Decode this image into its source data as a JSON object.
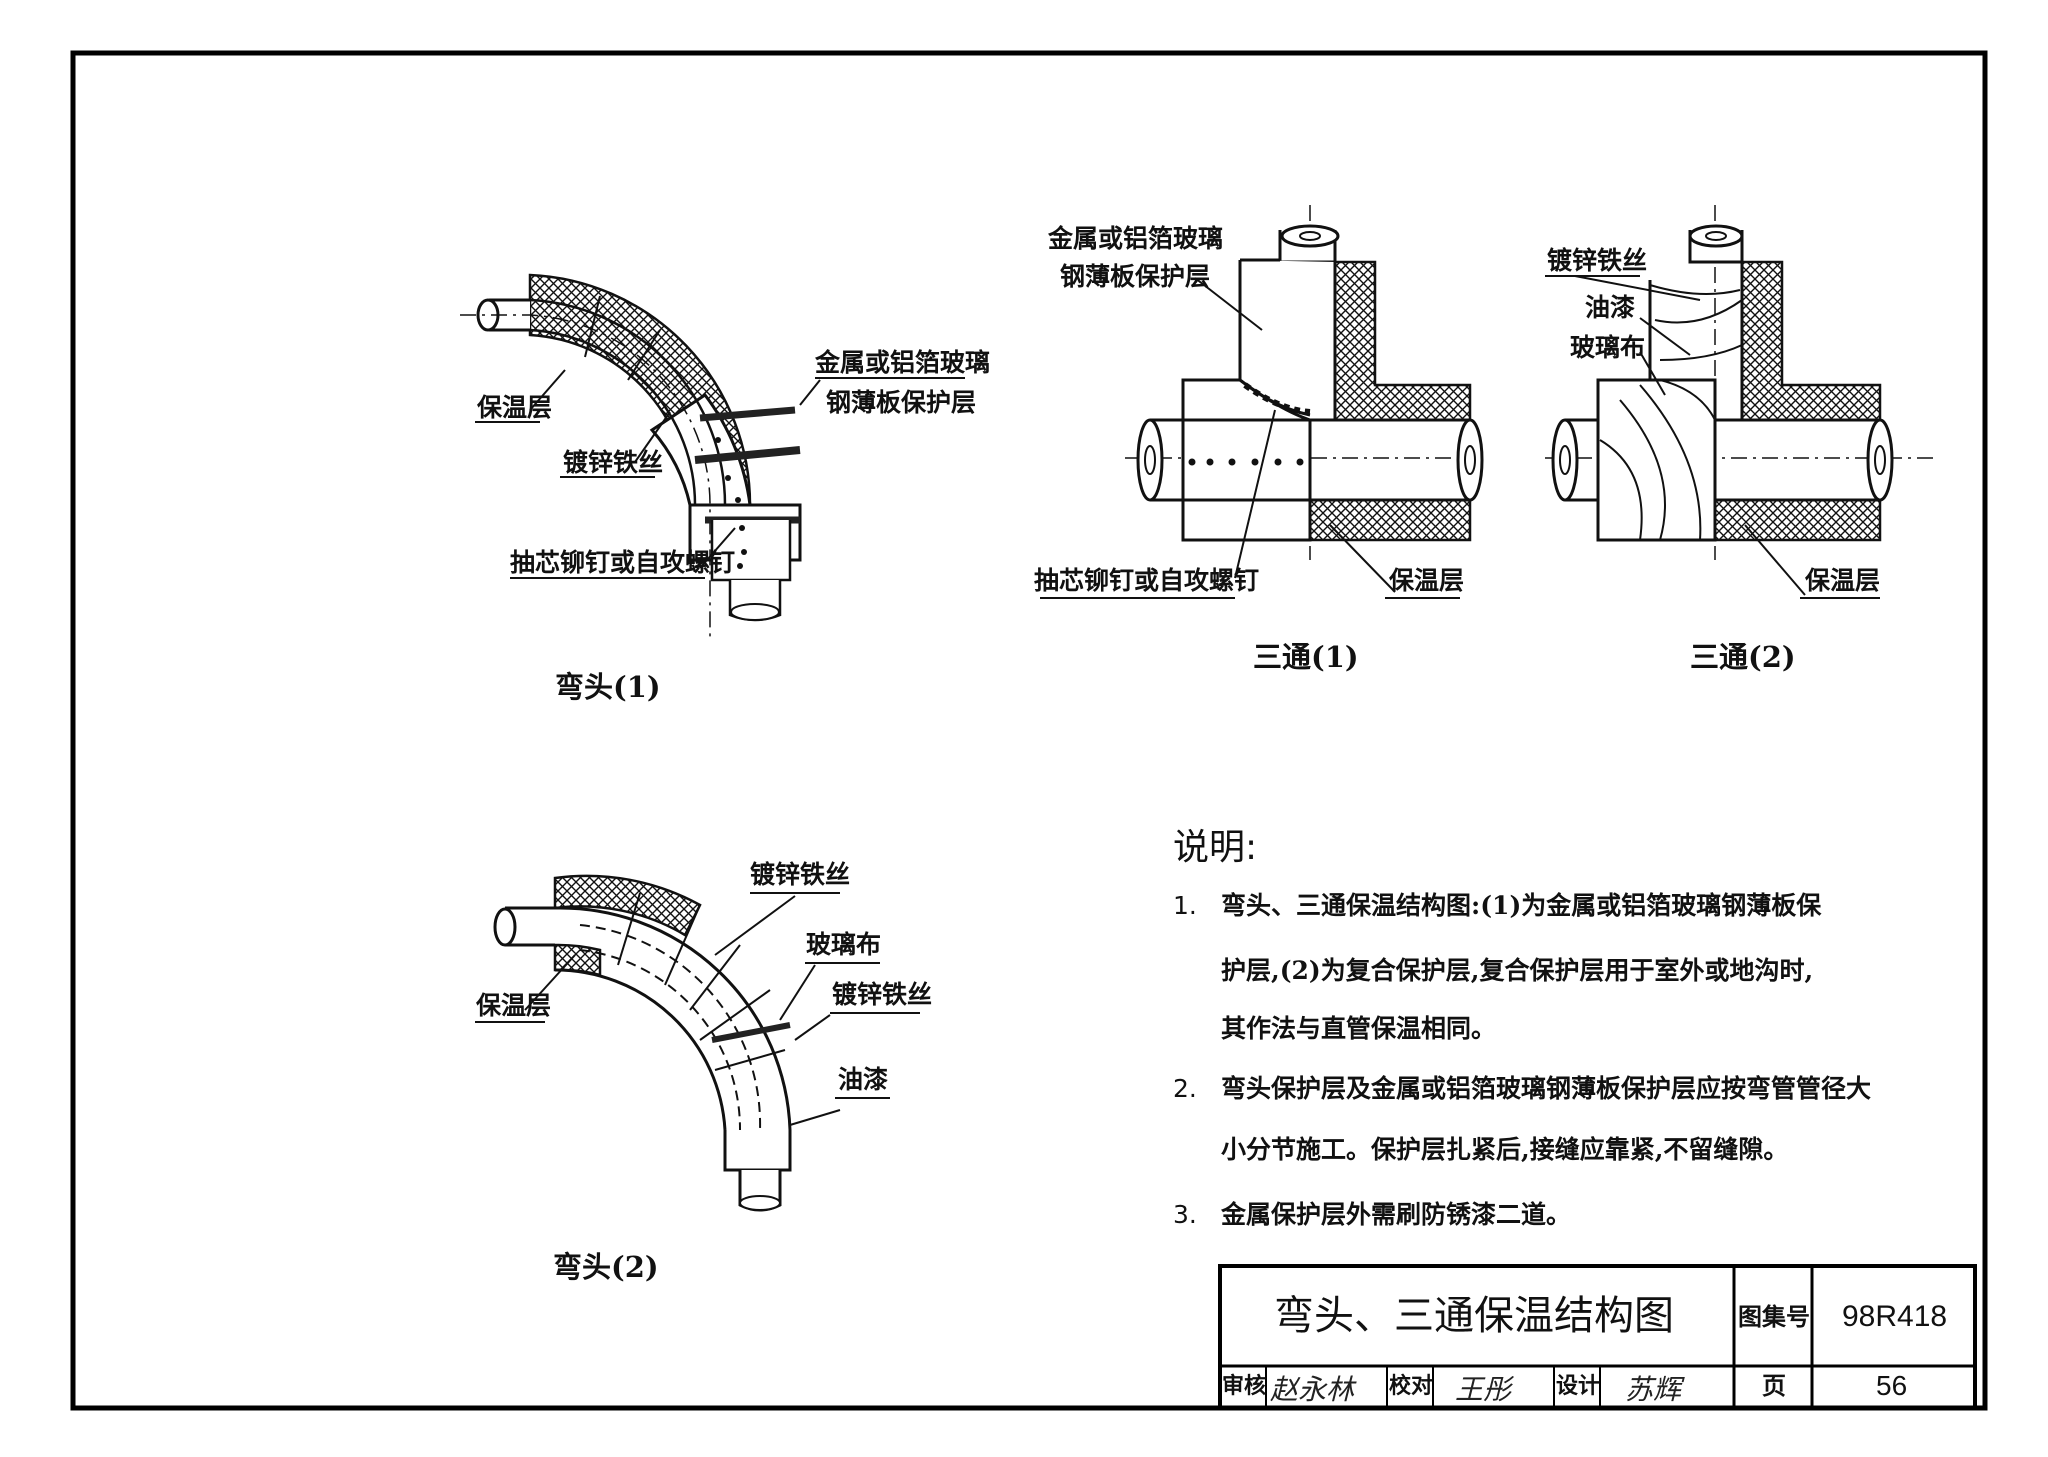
{
  "labels": {
    "e1_insulation": "保温层",
    "e1_wire": "镀锌铁丝",
    "e1_rivet": "抽芯铆钉或自攻螺钉",
    "e1_metal_line1": "金属或铝箔玻璃",
    "e1_metal_line2": "钢薄板保护层",
    "t1_metal_line1": "金属或铝箔玻璃",
    "t1_metal_line2": "钢薄板保护层",
    "t1_rivet": "抽芯铆钉或自攻螺钉",
    "t1_insulation": "保温层",
    "t2_wire": "镀锌铁丝",
    "t2_paint": "油漆",
    "t2_cloth": "玻璃布",
    "t2_insulation": "保温层",
    "e2_wire_top": "镀锌铁丝",
    "e2_cloth": "玻璃布",
    "e2_wire": "镀锌铁丝",
    "e2_insulation": "保温层",
    "e2_paint": "油漆"
  },
  "captions": {
    "elbow1": "弯头(1)",
    "tee1": "三通(1)",
    "tee2": "三通(2)",
    "elbow2": "弯头(2)"
  },
  "notes": {
    "title": "说明:",
    "n1_num": "1.",
    "n1_line1": "弯头、三通保温结构图:(1)为金属或铝箔玻璃钢薄板保",
    "n1_line2": "护层,(2)为复合保护层,复合保护层用于室外或地沟时,",
    "n1_line3": "其作法与直管保温相同。",
    "n2_num": "2.",
    "n2_line1": "弯头保护层及金属或铝箔玻璃钢薄板保护层应按弯管管径大",
    "n2_line2": "小分节施工。保护层扎紧后,接缝应靠紧,不留缝隙。",
    "n3_num": "3.",
    "n3_line1": "金属保护层外需刷防锈漆二道。"
  },
  "title_block": {
    "title": "弯头、三通保温结构图",
    "atlas_label": "图集号",
    "atlas_no": "98R418",
    "review_label": "审核",
    "review_sig": "赵永林",
    "check_label": "校对",
    "check_sig": "王彤",
    "design_label": "设计",
    "design_sig": "苏辉",
    "page_label": "页",
    "page_no": "56"
  }
}
